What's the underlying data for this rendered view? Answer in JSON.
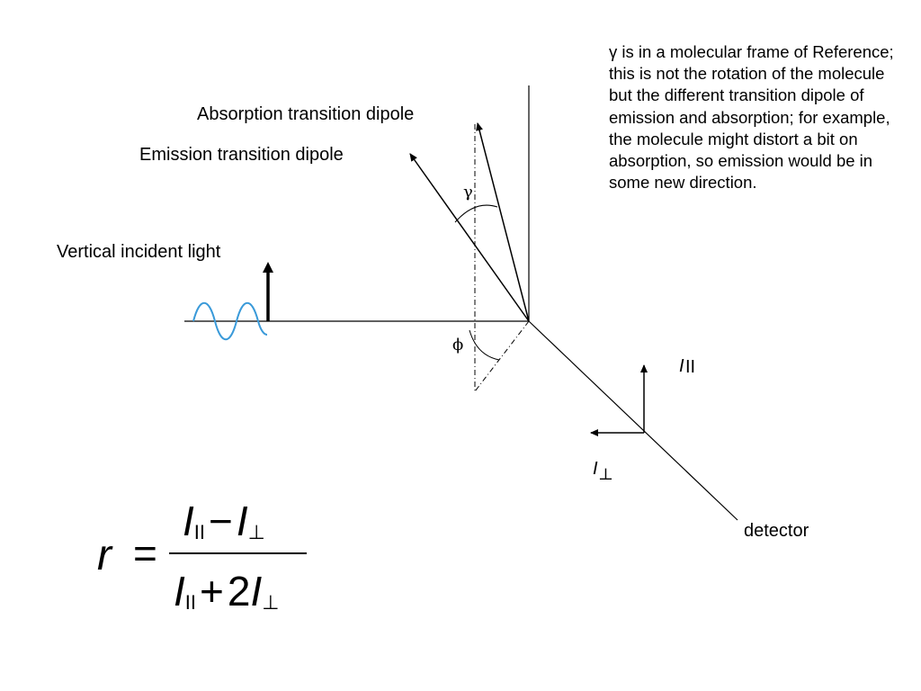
{
  "labels": {
    "absorption": "Absorption transition dipole",
    "emission": "Emission transition dipole",
    "incident": "Vertical incident light",
    "gamma": "γ",
    "phi": "ϕ",
    "detector": "detector",
    "i_parallel": "I",
    "i_parallel_sub": "II",
    "i_perp": "I",
    "i_perp_sub": "⊥"
  },
  "note": {
    "text": "γ is in a molecular frame of Reference; this is not the rotation of the molecule but the different transition dipole of emission and absorption; for example, the molecule might distort a bit on absorption, so emission would be in some new direction."
  },
  "formula": {
    "lhs": "r",
    "equals": "=",
    "num_a": "I",
    "num_a_sub": "II",
    "num_op": "−",
    "num_b": "I",
    "num_b_sub": "⊥",
    "den_a": "I",
    "den_a_sub": "II",
    "den_op": "+",
    "den_coef": "2",
    "den_b": "I",
    "den_b_sub": "⊥"
  },
  "colors": {
    "wave": "#3a9ad9",
    "line": "#000000"
  }
}
